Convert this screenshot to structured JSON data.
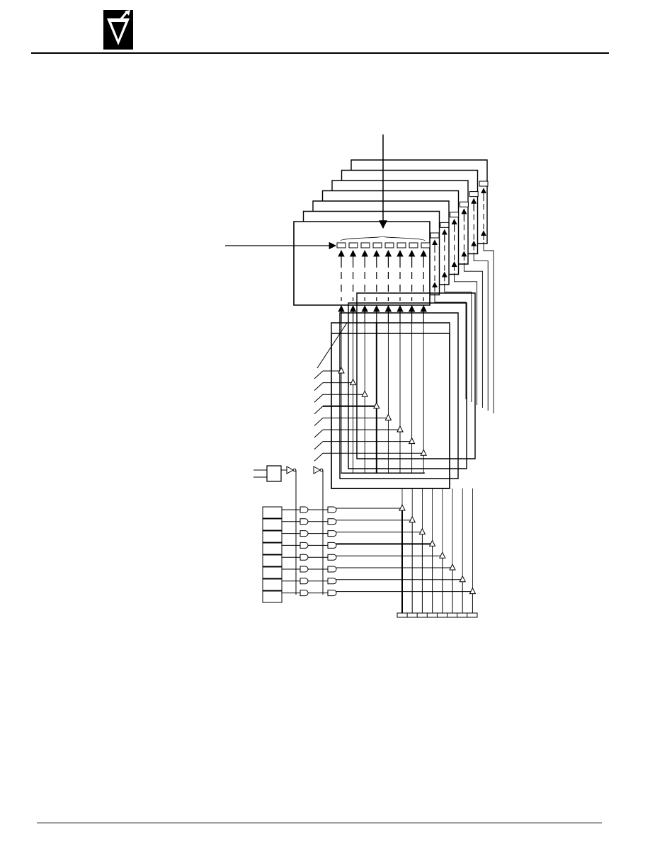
{
  "page": {
    "logo_icon": "v-logo-icon",
    "colors": {
      "ink": "#000000",
      "paper": "#ffffff"
    }
  },
  "diagram": {
    "description_free": true,
    "register_columns": 8,
    "stacked_planes": 7,
    "switch_rows": 8,
    "gate_rows": 8,
    "bus_lines": 8
  }
}
